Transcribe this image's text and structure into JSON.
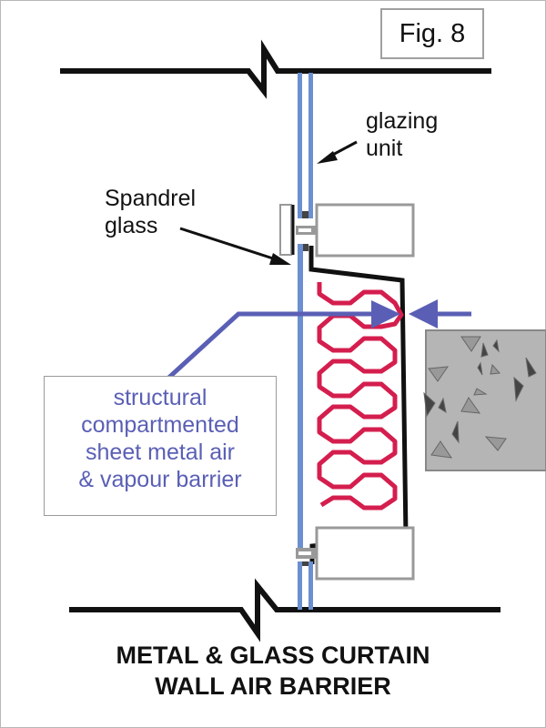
{
  "figure": {
    "label": "Fig. 8",
    "title_line1": "METAL & GLASS CURTAIN",
    "title_line2": "WALL AIR BARRIER"
  },
  "annotations": {
    "glazing_unit_line1": "glazing",
    "glazing_unit_line2": "unit",
    "spandrel_line1": "Spandrel",
    "spandrel_line2": "glass",
    "callout_lines": [
      "structural",
      "compartmented",
      "sheet metal air",
      "& vapour  barrier"
    ]
  },
  "colors": {
    "glass": "#6b8fd0",
    "insulation": "#d41e4e",
    "air_barrier_arrow": "#5a5fb5",
    "concrete": "#b5b5b5",
    "outline": "#111111"
  }
}
